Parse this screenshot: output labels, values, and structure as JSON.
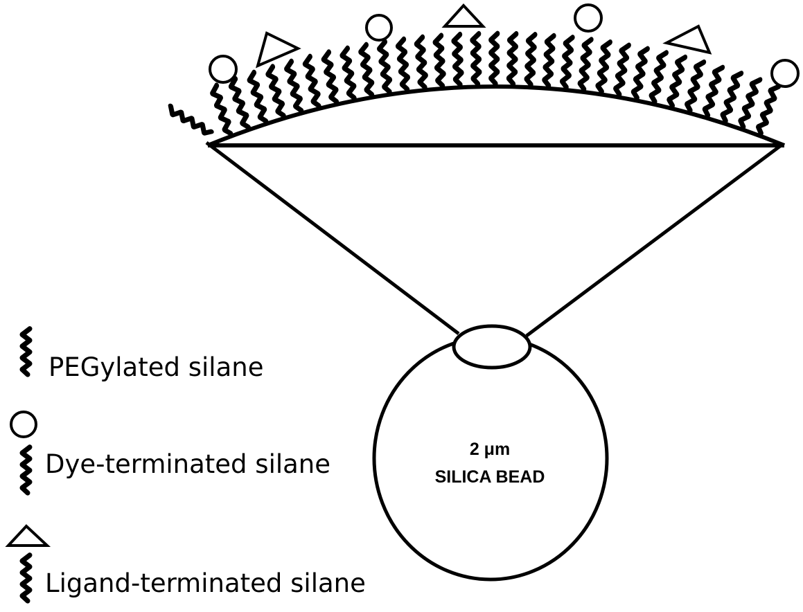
{
  "bead": {
    "size_label": "2 μm",
    "name_label": "SILICA BEAD"
  },
  "legend": [
    {
      "label": "PEGylated silane",
      "icon": "peg-silane-icon"
    },
    {
      "label": "Dye-terminated silane",
      "icon": "dye-silane-icon"
    },
    {
      "label": "Ligand-terminated silane",
      "icon": "ligand-silane-icon"
    }
  ],
  "colors": {
    "ink": "#000000",
    "background": "#ffffff"
  }
}
